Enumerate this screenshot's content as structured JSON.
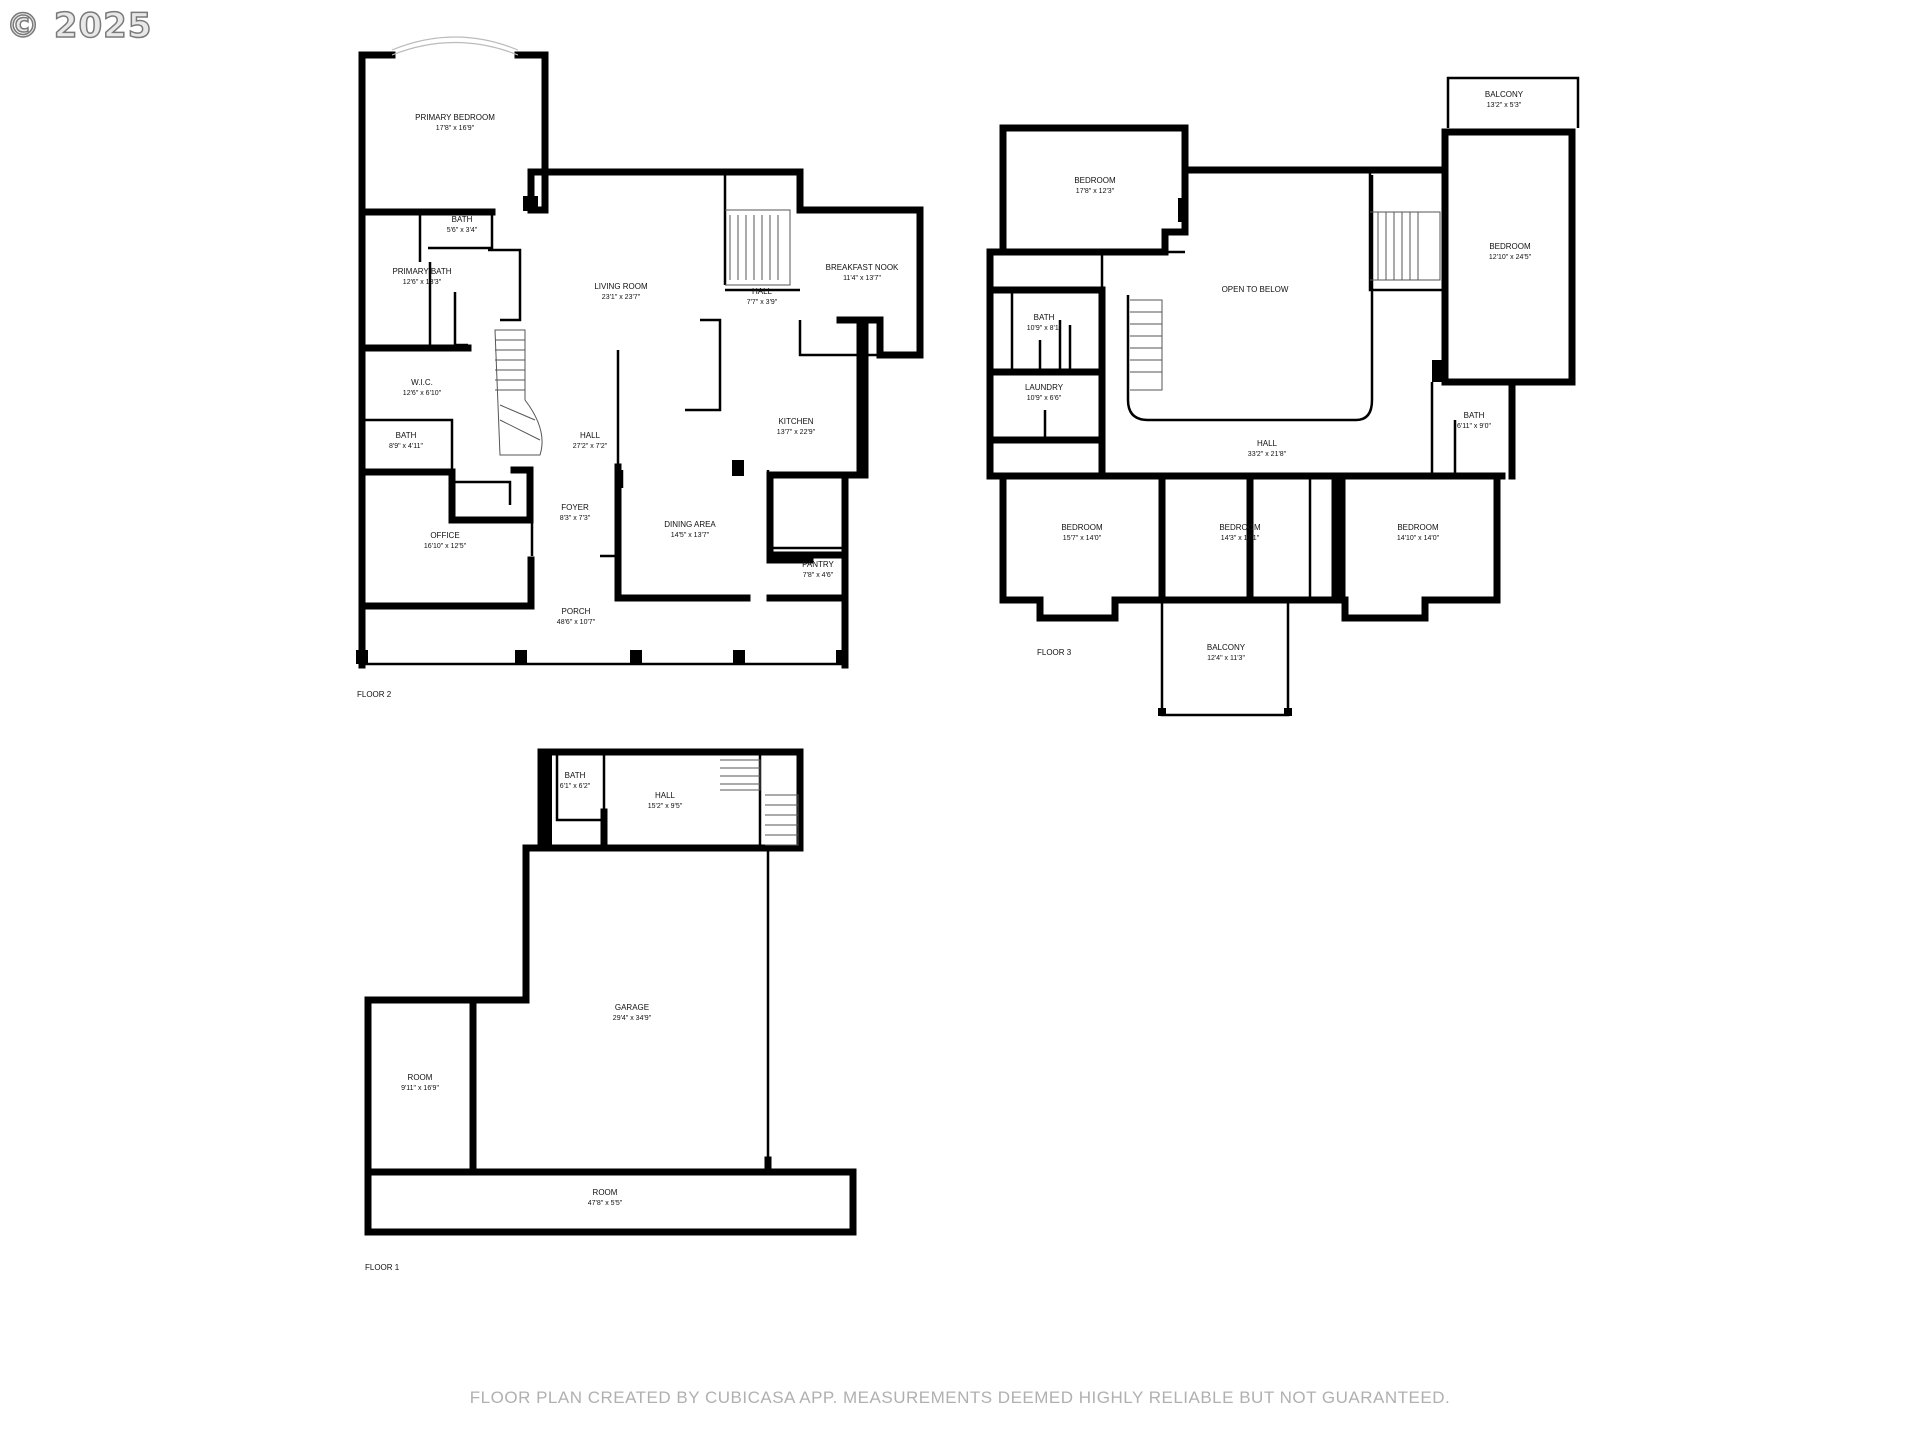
{
  "copyright": "© 2025",
  "disclaimer": "FLOOR PLAN CREATED BY CUBICASA APP. MEASUREMENTS DEEMED HIGHLY RELIABLE BUT NOT GUARANTEED.",
  "floors": [
    {
      "label": "FLOOR 2",
      "rooms": [
        {
          "name": "PRIMARY BEDROOM",
          "dim": "17'8\" x 16'9\""
        },
        {
          "name": "BATH",
          "dim": "5'6\" x 3'4\""
        },
        {
          "name": "PRIMARY BATH",
          "dim": "12'6\" x 13'3\""
        },
        {
          "name": "W.I.C.",
          "dim": "12'6\" x 6'10\""
        },
        {
          "name": "BATH",
          "dim": "8'9\" x 4'11\""
        },
        {
          "name": "OFFICE",
          "dim": "16'10\" x 12'5\""
        },
        {
          "name": "LIVING ROOM",
          "dim": "23'1\" x 23'7\""
        },
        {
          "name": "HALL",
          "dim": "7'7\" x 3'9\""
        },
        {
          "name": "BREAKFAST NOOK",
          "dim": "11'4\" x 13'7\""
        },
        {
          "name": "HALL",
          "dim": "27'2\" x 7'2\""
        },
        {
          "name": "KITCHEN",
          "dim": "13'7\" x 22'9\""
        },
        {
          "name": "FOYER",
          "dim": "8'3\" x 7'3\""
        },
        {
          "name": "DINING AREA",
          "dim": "14'5\" x 13'7\""
        },
        {
          "name": "PANTRY",
          "dim": "7'8\" x 4'6\""
        },
        {
          "name": "PORCH",
          "dim": "48'6\" x 10'7\""
        }
      ]
    },
    {
      "label": "FLOOR 3",
      "rooms": [
        {
          "name": "BALCONY",
          "dim": "13'2\" x 5'3\""
        },
        {
          "name": "BEDROOM",
          "dim": "17'8\" x 12'3\""
        },
        {
          "name": "OPEN TO BELOW",
          "dim": ""
        },
        {
          "name": "BEDROOM",
          "dim": "12'10\" x 24'5\""
        },
        {
          "name": "BATH",
          "dim": "10'9\" x 8'1\""
        },
        {
          "name": "LAUNDRY",
          "dim": "10'9\" x 6'6\""
        },
        {
          "name": "HALL",
          "dim": "33'2\" x 21'8\""
        },
        {
          "name": "BATH",
          "dim": "6'11\" x 9'0\""
        },
        {
          "name": "BEDROOM",
          "dim": "15'7\" x 14'0\""
        },
        {
          "name": "BEDROOM",
          "dim": "14'3\" x 12'1\""
        },
        {
          "name": "BEDROOM",
          "dim": "14'10\" x 14'0\""
        },
        {
          "name": "BALCONY",
          "dim": "12'4\" x 11'3\""
        }
      ]
    },
    {
      "label": "FLOOR 1",
      "rooms": [
        {
          "name": "BATH",
          "dim": "6'1\" x 6'2\""
        },
        {
          "name": "HALL",
          "dim": "15'2\" x 9'5\""
        },
        {
          "name": "GARAGE",
          "dim": "29'4\" x 34'9\""
        },
        {
          "name": "ROOM",
          "dim": "9'11\" x 16'9\""
        },
        {
          "name": "ROOM",
          "dim": "47'8\" x 5'5\""
        }
      ]
    }
  ]
}
